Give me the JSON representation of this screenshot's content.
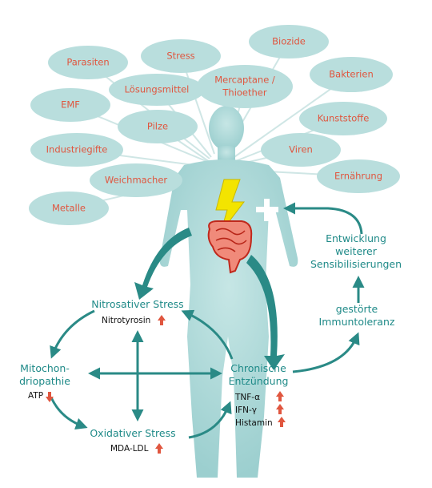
{
  "colors": {
    "bubble_fill": "#b9dedd",
    "bubble_text": "#e0563f",
    "teal_text": "#1f8a88",
    "arrow": "#2a8a86",
    "body_fill": "#a9d6d6",
    "bolt": "#f3e400",
    "intestine": "#d83a2a",
    "up_arrow": "#e0563f"
  },
  "bubbles": {
    "parasiten": "Parasiten",
    "stress": "Stress",
    "biozide": "Biozide",
    "loesungsmittel": "Lösungsmittel",
    "mercaptane_line1": "Mercaptane /",
    "mercaptane_line2": "Thioether",
    "bakterien": "Bakterien",
    "emf": "EMF",
    "pilze": "Pilze",
    "kunststoffe": "Kunststoffe",
    "industriegifte": "Industriegifte",
    "viren": "Viren",
    "weichmacher": "Weichmacher",
    "ernaehrung": "Ernährung",
    "metalle": "Metalle"
  },
  "cycle": {
    "nitrosative_title": "Nitrosativer Stress",
    "nitrotyrosin": "Nitrotyrosin",
    "mito_line1": "Mitochon-",
    "mito_line2": "driopathie",
    "atp": "ATP",
    "oxidative_title": "Oxidativer Stress",
    "mda_ldl": "MDA-LDL",
    "chronic_line1": "Chronische",
    "chronic_line2": "Entzündung",
    "tnf": "TNF-α",
    "ifn": "IFN-γ",
    "histamin": "Histamin",
    "tolerance_line1": "gestörte",
    "tolerance_line2": "Immuntoleranz",
    "sensit_line1": "Entwicklung",
    "sensit_line2": "weiterer",
    "sensit_line3": "Sensibilisierungen"
  }
}
